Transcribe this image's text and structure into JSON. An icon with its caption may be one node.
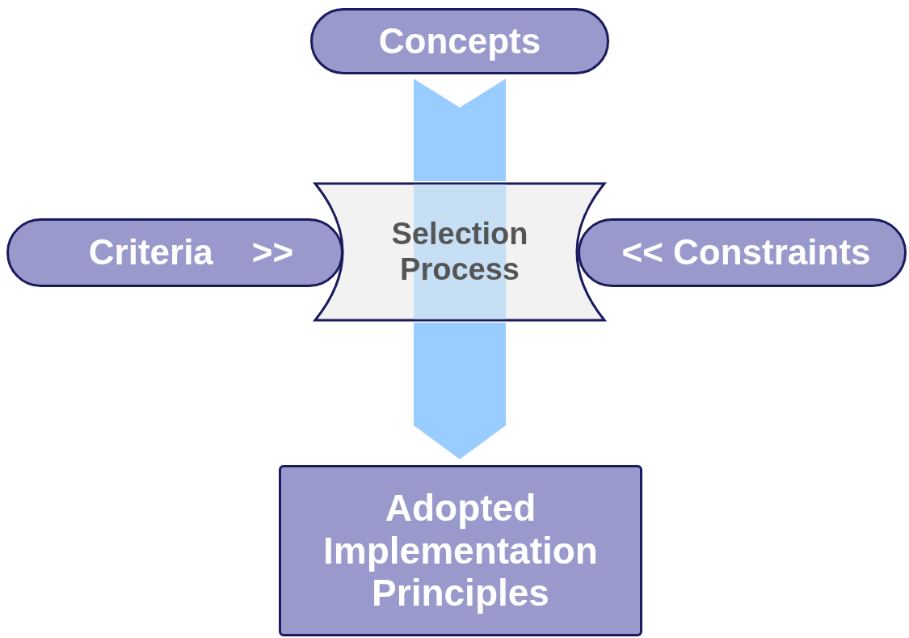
{
  "diagram": {
    "nodes": [
      {
        "text": [
          "Concepts"
        ]
      },
      {
        "text": [
          "Criteria",
          ">>"
        ]
      },
      {
        "text": [
          "Selection Process"
        ]
      },
      {
        "text": [
          "<< Constraints"
        ]
      },
      {
        "text": [
          "Adopted Implementation Principles"
        ]
      }
    ],
    "edges": [
      {
        "from": 0,
        "to": 2,
        "arrow": "none"
      },
      {
        "from": 2,
        "to": 4,
        "arrow": "to"
      }
    ]
  }
}
